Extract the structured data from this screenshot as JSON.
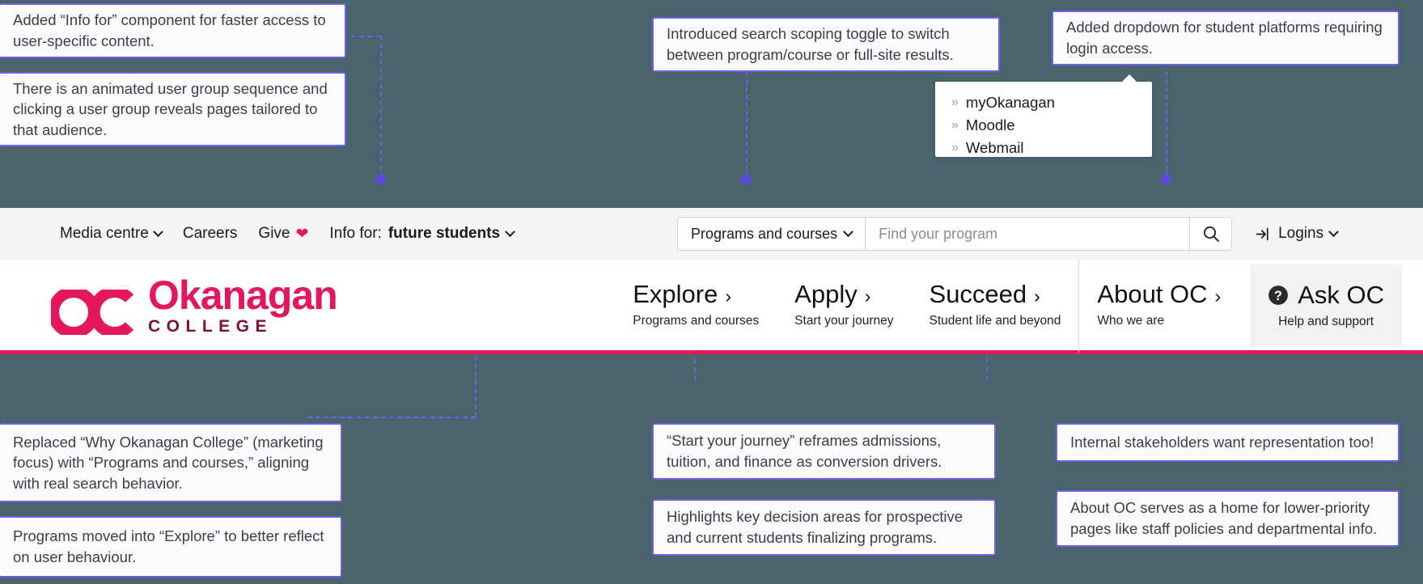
{
  "background_color": "#4a646b",
  "accent_color": "#e8175d",
  "annotation_color": "#6f5fe8",
  "annotations": {
    "top_left": [
      {
        "text": "Added “Info for” component for faster access to user-specific content."
      },
      {
        "text": "There is an animated user group sequence and clicking a user group reveals pages tailored to that audience."
      }
    ],
    "top_center": [
      {
        "text": "Introduced search scoping toggle to switch between program/course or full-site results."
      }
    ],
    "top_right": [
      {
        "text": "Added dropdown for student platforms requiring login access."
      }
    ],
    "bottom_left": [
      {
        "text": "Replaced “Why Okanagan College” (marketing focus) with “Programs and courses,” aligning with real search behavior."
      },
      {
        "text": "Programs moved into “Explore” to better reflect on user behaviour."
      }
    ],
    "bottom_center": [
      {
        "text": "“Start your journey” reframes admissions, tuition, and finance as conversion drivers."
      },
      {
        "text": "Highlights key decision areas for prospective and current students finalizing programs."
      }
    ],
    "bottom_right": [
      {
        "text": "Internal stakeholders want representation too!"
      },
      {
        "text": "About OC serves as a home for lower-priority pages like staff policies and departmental info."
      }
    ]
  },
  "site": {
    "utility_nav": {
      "items": [
        {
          "label": "Media centre",
          "has_chevron": true
        },
        {
          "label": "Careers",
          "has_chevron": false
        },
        {
          "label": "Give",
          "has_chevron": false,
          "icon": "heart-icon"
        }
      ],
      "info_for": {
        "prefix": "Info for:",
        "value": "future students",
        "has_chevron": true
      },
      "logins": {
        "label": "Logins",
        "icon": "login-arrow-icon",
        "has_chevron": true
      }
    },
    "search": {
      "scope_label": "Programs and courses",
      "placeholder": "Find your program",
      "value": "",
      "button_icon": "search-icon"
    },
    "logins_dropdown": {
      "items": [
        {
          "label": "myOkanagan"
        },
        {
          "label": "Moodle"
        },
        {
          "label": "Webmail"
        }
      ]
    },
    "logo": {
      "mark": "OC",
      "word": "Okanagan",
      "sub": "COLLEGE"
    },
    "main_nav": [
      {
        "title": "Explore",
        "sub": "Programs and courses",
        "arrow": "›"
      },
      {
        "title": "Apply",
        "sub": "Start your journey",
        "arrow": "›"
      },
      {
        "title": "Succeed",
        "sub": "Student life and beyond",
        "arrow": "›"
      },
      {
        "title": "About OC",
        "sub": "Who we are",
        "arrow": "›"
      }
    ],
    "ask_oc": {
      "title": "Ask OC",
      "sub": "Help and support",
      "icon": "question-circle-icon"
    }
  }
}
